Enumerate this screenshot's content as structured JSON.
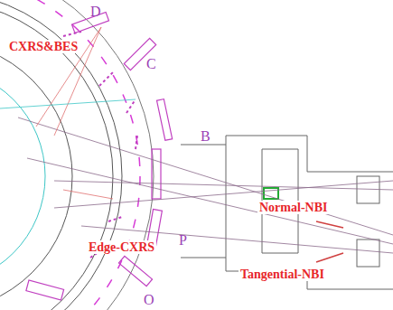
{
  "diagram": {
    "labels": [
      "D",
      "C",
      "B",
      "P",
      "O",
      "CXRS&BES",
      "Edge-CXRS",
      "Normal-NBI",
      "Tangential-NBI"
    ]
  }
}
